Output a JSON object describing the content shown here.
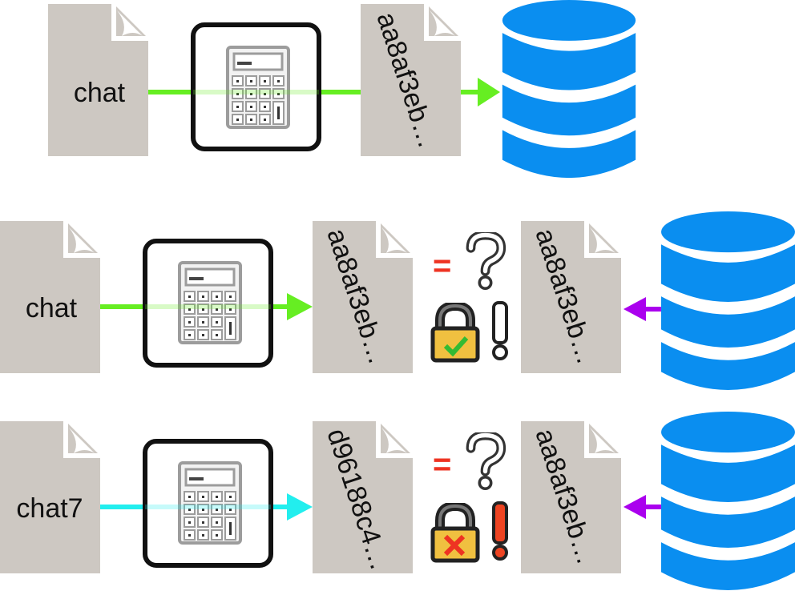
{
  "rows": [
    {
      "input_label": "chat",
      "hash_label": "aa8af3eb…",
      "arrow_color": "#66ee22",
      "direction": "store"
    },
    {
      "input_label": "chat",
      "hash_label": "aa8af3eb…",
      "stored_hash_label": "aa8af3eb…",
      "arrow_color": "#66ee22",
      "db_arrow_color": "#aa00ee",
      "compare_symbol": "=",
      "question_symbol": "?",
      "result_symbol": "!",
      "result": "match",
      "result_color": "#222222",
      "lock_mark_color": "#33bb33"
    },
    {
      "input_label": "chat7",
      "hash_label": "d96188c4…",
      "stored_hash_label": "aa8af3eb…",
      "arrow_color": "#22eeee",
      "db_arrow_color": "#aa00ee",
      "compare_symbol": "=",
      "question_symbol": "?",
      "result_symbol": "!",
      "result": "mismatch",
      "result_color": "#ee4422",
      "lock_mark_color": "#ee3322"
    }
  ],
  "colors": {
    "document": "#cdc8c2",
    "database": "#0a8ef0",
    "equals": "#ee3322",
    "box_border": "#111111"
  }
}
